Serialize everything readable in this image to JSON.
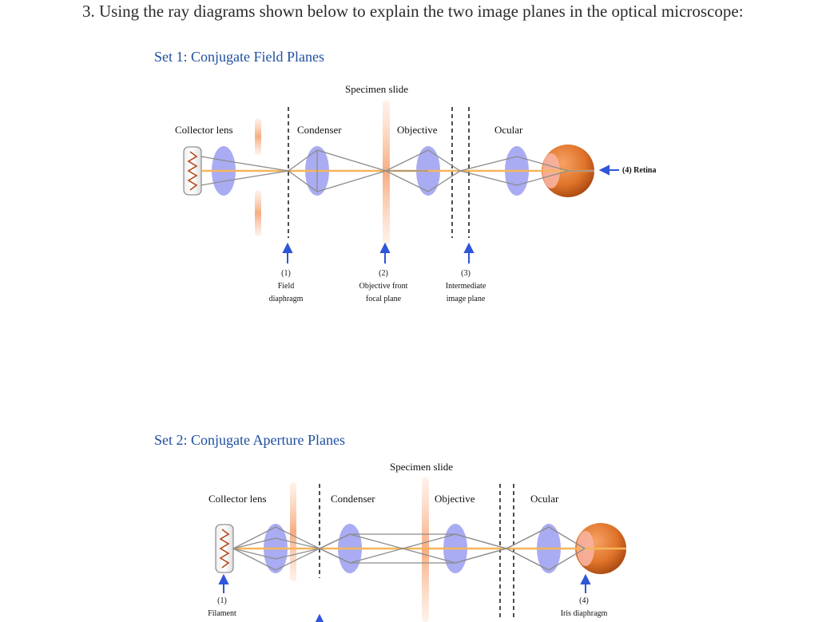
{
  "question": "3. Using the ray diagrams shown below to explain the two image planes in the optical microscope:",
  "set1": {
    "title": "Set 1: Conjugate Field Planes",
    "specimen": "Specimen slide",
    "collector": "Collector lens",
    "condenser": "Condenser",
    "objective": "Objective",
    "ocular": "Ocular",
    "retina": "(4) Retina",
    "plane1": {
      "num": "(1)",
      "line1": "Field",
      "line2": "diaphragm"
    },
    "plane2": {
      "num": "(2)",
      "line1": "Objective front",
      "line2": "focal plane"
    },
    "plane3": {
      "num": "(3)",
      "line1": "Intermediate",
      "line2": "image plane"
    }
  },
  "set2": {
    "title": "Set 2: Conjugate Aperture Planes",
    "specimen": "Specimen slide",
    "collector": "Collector lens",
    "condenser": "Condenser",
    "objective": "Objective",
    "ocular": "Ocular",
    "plane1": {
      "num": "(1)",
      "line1": "Filament"
    },
    "plane4": {
      "num": "(4)",
      "line1": "Iris diaphragm"
    }
  },
  "colors": {
    "lens": "#a9acf2",
    "axis": "#f5b55a",
    "plane": "#f7b089",
    "eye": "#d9691f",
    "arrow": "#2f56d8",
    "ray": "#8c8c8c"
  }
}
